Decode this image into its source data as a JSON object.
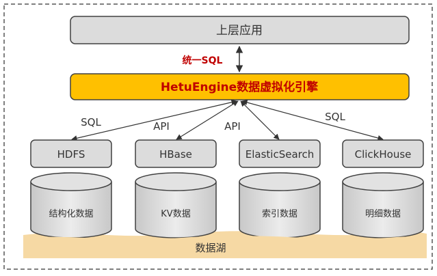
{
  "diagram": {
    "top_app_label": "上层应用",
    "unified_sql_label": "统一SQL",
    "engine_label": "HetuEngine数据虚拟化引擎",
    "data_lake_label": "数据湖",
    "sources": [
      {
        "name": "HDFS",
        "store": "结构化数据",
        "link": "SQL"
      },
      {
        "name": "HBase",
        "store": "KV数据",
        "link": "API"
      },
      {
        "name": "ElasticSearch",
        "store": "索引数据",
        "link": "API"
      },
      {
        "name": "ClickHouse",
        "store": "明细数据",
        "link": "SQL"
      }
    ]
  },
  "colors": {
    "box_fill": "#dcdcdc",
    "engine_fill": "#ffc000",
    "engine_text": "#c00000",
    "lake_fill": "#f6d9a4",
    "stroke": "#404040"
  }
}
